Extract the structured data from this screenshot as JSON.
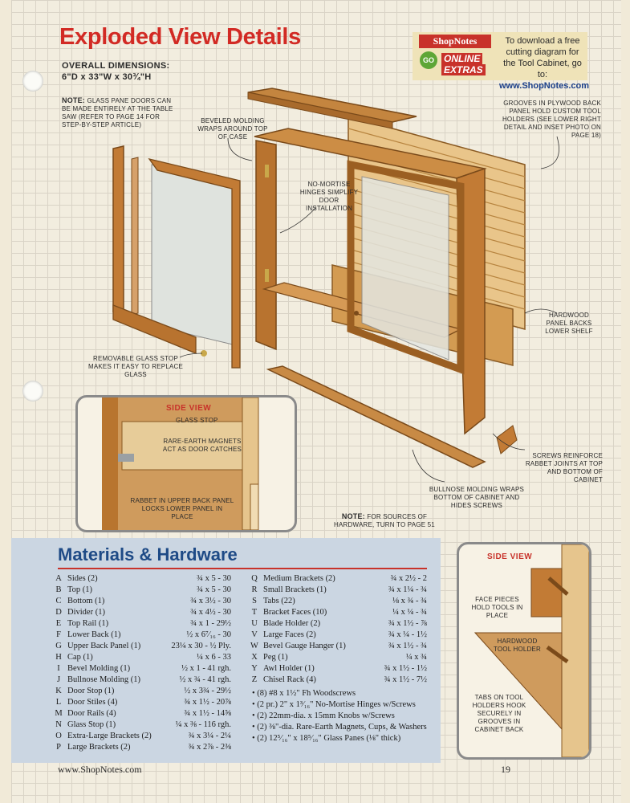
{
  "title": "Exploded View Details",
  "overall_dimensions": {
    "label": "OVERALL DIMENSIONS:",
    "value": "6\"D x 33\"W x 30¾\"H"
  },
  "online_extras": {
    "logo": "ShopNotes",
    "badge": "GO",
    "online": "ONLINE",
    "extras": "EXTRAS",
    "text": "To download a free cutting diagram for the Tool Cabinet, go to:",
    "url": "www.ShopNotes.com"
  },
  "callouts": {
    "note_label": "NOTE:",
    "glass_doors": "GLASS PANE DOORS CAN BE MADE ENTIRELY AT THE TABLE SAW (REFER TO PAGE 14 FOR STEP-BY-STEP ARTICLE)",
    "beveled_molding": "BEVELED MOLDING WRAPS AROUND TOP OF CASE",
    "no_mortise": "NO-MORTISE HINGES SIMPLIFY DOOR INSTALLATION",
    "grooves": "GROOVES IN PLYWOOD BACK PANEL HOLD CUSTOM TOOL HOLDERS (SEE LOWER RIGHT DETAIL AND INSET PHOTO ON PAGE 18)",
    "hardwood_back": "HARDWOOD PANEL BACKS LOWER SHELF",
    "glass_stop_removable": "REMOVABLE GLASS STOP MAKES IT EASY TO REPLACE GLASS",
    "screws": "SCREWS REINFORCE RABBET JOINTS AT TOP AND BOTTOM OF CABINET",
    "bullnose": "BULLNOSE MOLDING WRAPS BOTTOM OF CABINET AND HIDES SCREWS",
    "hardware_note": "FOR SOURCES OF HARDWARE, TURN TO PAGE 51"
  },
  "side_view_1": {
    "title": "SIDE VIEW",
    "glass_stop": "GLASS STOP",
    "magnets": "RARE-EARTH MAGNETS ACT AS DOOR CATCHES",
    "rabbet": "RABBET IN UPPER BACK PANEL LOCKS LOWER PANEL IN PLACE"
  },
  "side_view_2": {
    "title": "SIDE VIEW",
    "face_pieces": "FACE PIECES HOLD TOOLS IN PLACE",
    "hardwood_holder": "HARDWOOD TOOL HOLDER",
    "tabs": "TABS ON TOOL HOLDERS HOOK SECURELY IN GROOVES IN CABINET BACK"
  },
  "materials": {
    "title": "Materials & Hardware",
    "left_column": [
      {
        "letter": "A",
        "name": "Sides (2)",
        "size": "¾ x 5 - 30"
      },
      {
        "letter": "B",
        "name": "Top (1)",
        "size": "¾ x 5 - 30"
      },
      {
        "letter": "C",
        "name": "Bottom (1)",
        "size": "¾ x 3½ - 30"
      },
      {
        "letter": "D",
        "name": "Divider (1)",
        "size": "¾ x 4½ - 30"
      },
      {
        "letter": "E",
        "name": "Top Rail (1)",
        "size": "¾ x 1 - 29½"
      },
      {
        "letter": "F",
        "name": "Lower Back (1)",
        "size": "½ x 6⁷⁄₁₆ - 30"
      },
      {
        "letter": "G",
        "name": "Upper Back Panel (1)",
        "size": "23¼ x 30 - ½ Ply."
      },
      {
        "letter": "H",
        "name": "Cap (1)",
        "size": "¼ x 6 - 33"
      },
      {
        "letter": "I",
        "name": "Bevel Molding (1)",
        "size": "½ x 1 - 41 rgh."
      },
      {
        "letter": "J",
        "name": "Bullnose Molding (1)",
        "size": "½ x ¾ - 41 rgh."
      },
      {
        "letter": "K",
        "name": "Door Stop (1)",
        "size": "½ x 3¾ - 29½"
      },
      {
        "letter": "L",
        "name": "Door Stiles (4)",
        "size": "¾ x 1½ - 20⅞"
      },
      {
        "letter": "M",
        "name": "Door Rails (4)",
        "size": "¾ x 1½ - 14⅝"
      },
      {
        "letter": "N",
        "name": "Glass Stop (1)",
        "size": "¼ x ⅜ - 116 rgh."
      },
      {
        "letter": "O",
        "name": "Extra-Large Brackets (2)",
        "size": "¾ x 3¼ - 2¼"
      },
      {
        "letter": "P",
        "name": "Large Brackets (2)",
        "size": "¾ x 2⅞ - 2⅜"
      }
    ],
    "right_column": [
      {
        "letter": "Q",
        "name": "Medium Brackets (2)",
        "size": "¾ x 2½ - 2"
      },
      {
        "letter": "R",
        "name": "Small Brackets (1)",
        "size": "¾ x 1¼ - ¾"
      },
      {
        "letter": "S",
        "name": "Tabs (22)",
        "size": "⅛ x ¾ - ¾"
      },
      {
        "letter": "T",
        "name": "Bracket Faces (10)",
        "size": "¼ x ¼ - ¾"
      },
      {
        "letter": "U",
        "name": "Blade Holder (2)",
        "size": "¾ x 1½ - ⅞"
      },
      {
        "letter": "V",
        "name": "Large Faces (2)",
        "size": "¾ x ¼ - 1½"
      },
      {
        "letter": "W",
        "name": "Bevel Gauge Hanger (1)",
        "size": "¾ x 1½ - ¾"
      },
      {
        "letter": "X",
        "name": "Peg (1)",
        "size": "¼ x ¾"
      },
      {
        "letter": "Y",
        "name": "Awl Holder (1)",
        "size": "¾ x 1½ - 1½"
      },
      {
        "letter": "Z",
        "name": "Chisel Rack (4)",
        "size": "¾ x 1½ - 7½"
      }
    ],
    "hardware": [
      "• (8) #8 x 1½\" Fh Woodscrews",
      "• (2 pr.) 2\" x 1³⁄₁₆\" No-Mortise Hinges w/Screws",
      "• (2) 22mm-dia. x 15mm Knobs w/Screws",
      "• (2) ⅜\"-dia. Rare-Earth Magnets, Cups, & Washers",
      "• (2) 12⁵⁄₁₆\" x 18⁵⁄₁₆\" Glass Panes (⅛\" thick)"
    ]
  },
  "footer": {
    "url": "www.ShopNotes.com",
    "page": "19"
  }
}
